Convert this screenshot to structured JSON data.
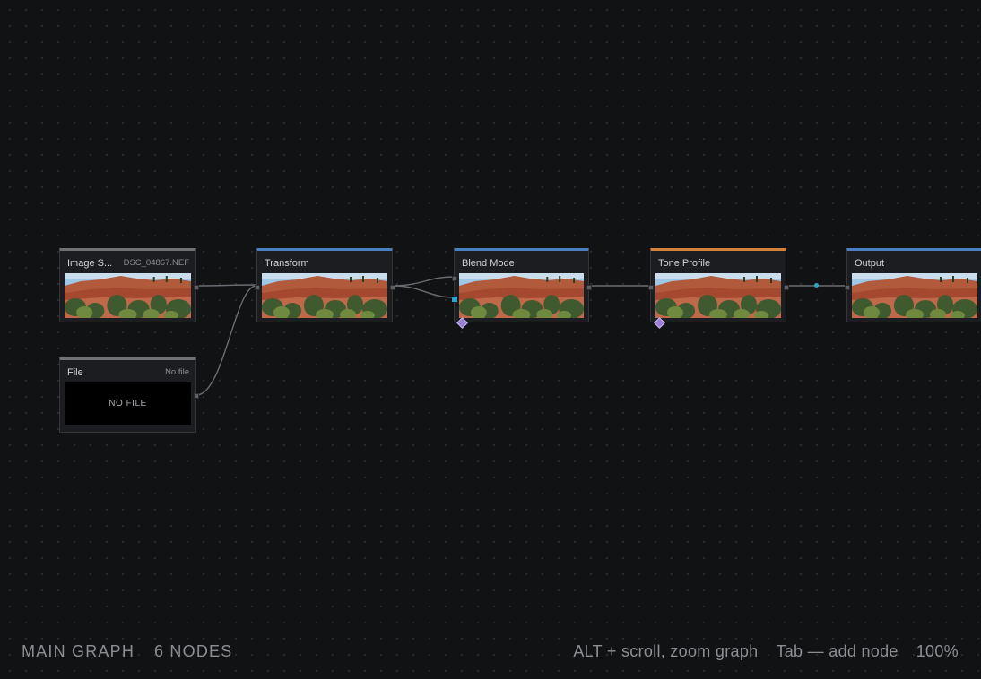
{
  "graph": {
    "nodes": [
      {
        "id": "image-source",
        "title": "Image S...",
        "meta": "DSC_04867.NEF",
        "accent": "#6f7175"
      },
      {
        "id": "file",
        "title": "File",
        "meta": "No file",
        "accent": "#6f7175",
        "empty_label": "NO FILE"
      },
      {
        "id": "transform",
        "title": "Transform",
        "meta": "",
        "accent": "#4a7fc1"
      },
      {
        "id": "blend-mode",
        "title": "Blend Mode",
        "meta": "",
        "accent": "#4a7fc1"
      },
      {
        "id": "tone-profile",
        "title": "Tone Profile",
        "meta": "",
        "accent": "#d4823a"
      },
      {
        "id": "output",
        "title": "Output",
        "meta": "",
        "accent": "#4a7fc1"
      }
    ]
  },
  "status": {
    "graph_name": "MAIN GRAPH",
    "node_count": "6 NODES",
    "hint_zoom": "ALT + scroll, zoom graph",
    "hint_add": "Tab — add node",
    "zoom": "100%"
  },
  "colors": {
    "background": "#111214",
    "wire": "#6a6d72",
    "accent_port": "#2aa3c8",
    "param_diamond": "#9a7fd6"
  }
}
